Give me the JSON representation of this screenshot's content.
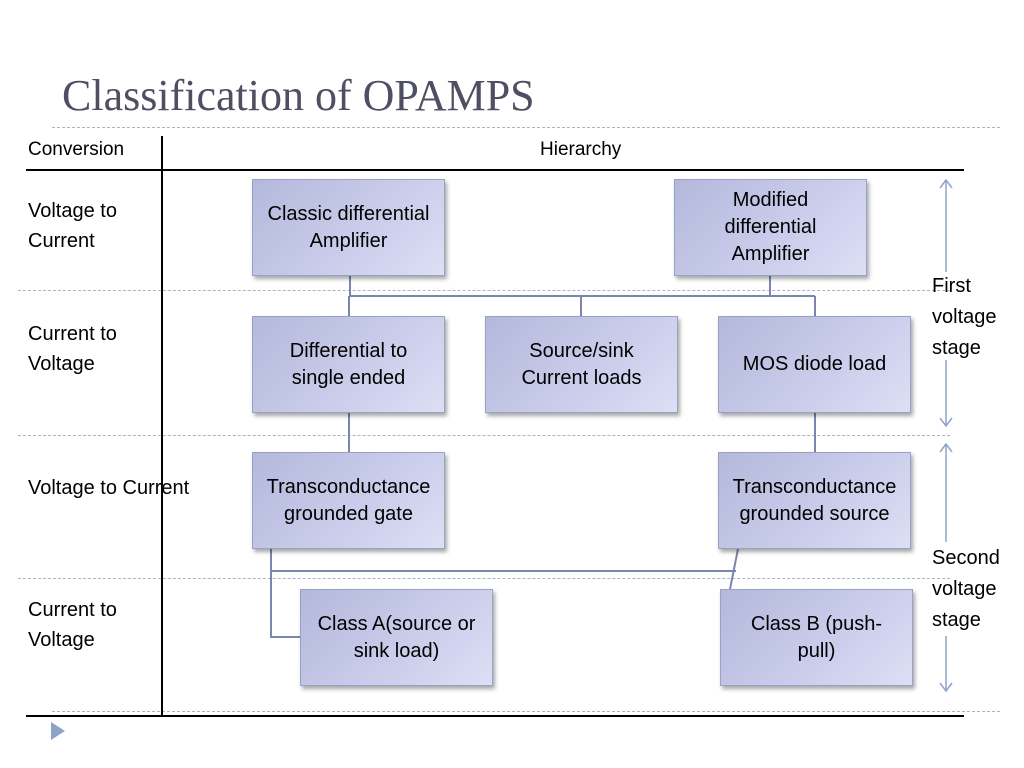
{
  "slide": {
    "title": "Classification of OPAMPS"
  },
  "table": {
    "header_conversion": "Conversion",
    "header_hierarchy": "Hierarchy",
    "rows": [
      {
        "label": "Voltage to\nCurrent"
      },
      {
        "label": "Current to\nVoltage"
      },
      {
        "label": "Voltage to Current"
      },
      {
        "label": "Current to\nVoltage"
      }
    ]
  },
  "boxes": {
    "classic_diff": "Classic differential Amplifier",
    "modified_diff": "Modified differential Amplifier",
    "diff_to_single": "Differential to single ended",
    "source_sink": "Source/sink Current loads",
    "mos_diode": "MOS diode load",
    "trans_gate": "Transconductance grounded gate",
    "trans_source": "Transconductance grounded source",
    "class_a": "Class A(source or sink load)",
    "class_b": "Class B (push-pull)"
  },
  "stages": {
    "first": "First\nvoltage\nstage",
    "second": "Second\nvoltage\nstage"
  },
  "colors": {
    "title": "#4f4f63",
    "box_fill": "#c9ccea",
    "box_border": "#9aa1c4",
    "connector": "#7a86ad",
    "arrow": "#8ea4c6",
    "dashed_rule": "#a9b3c9"
  },
  "icons": {
    "bullet": "play-triangle-icon"
  }
}
